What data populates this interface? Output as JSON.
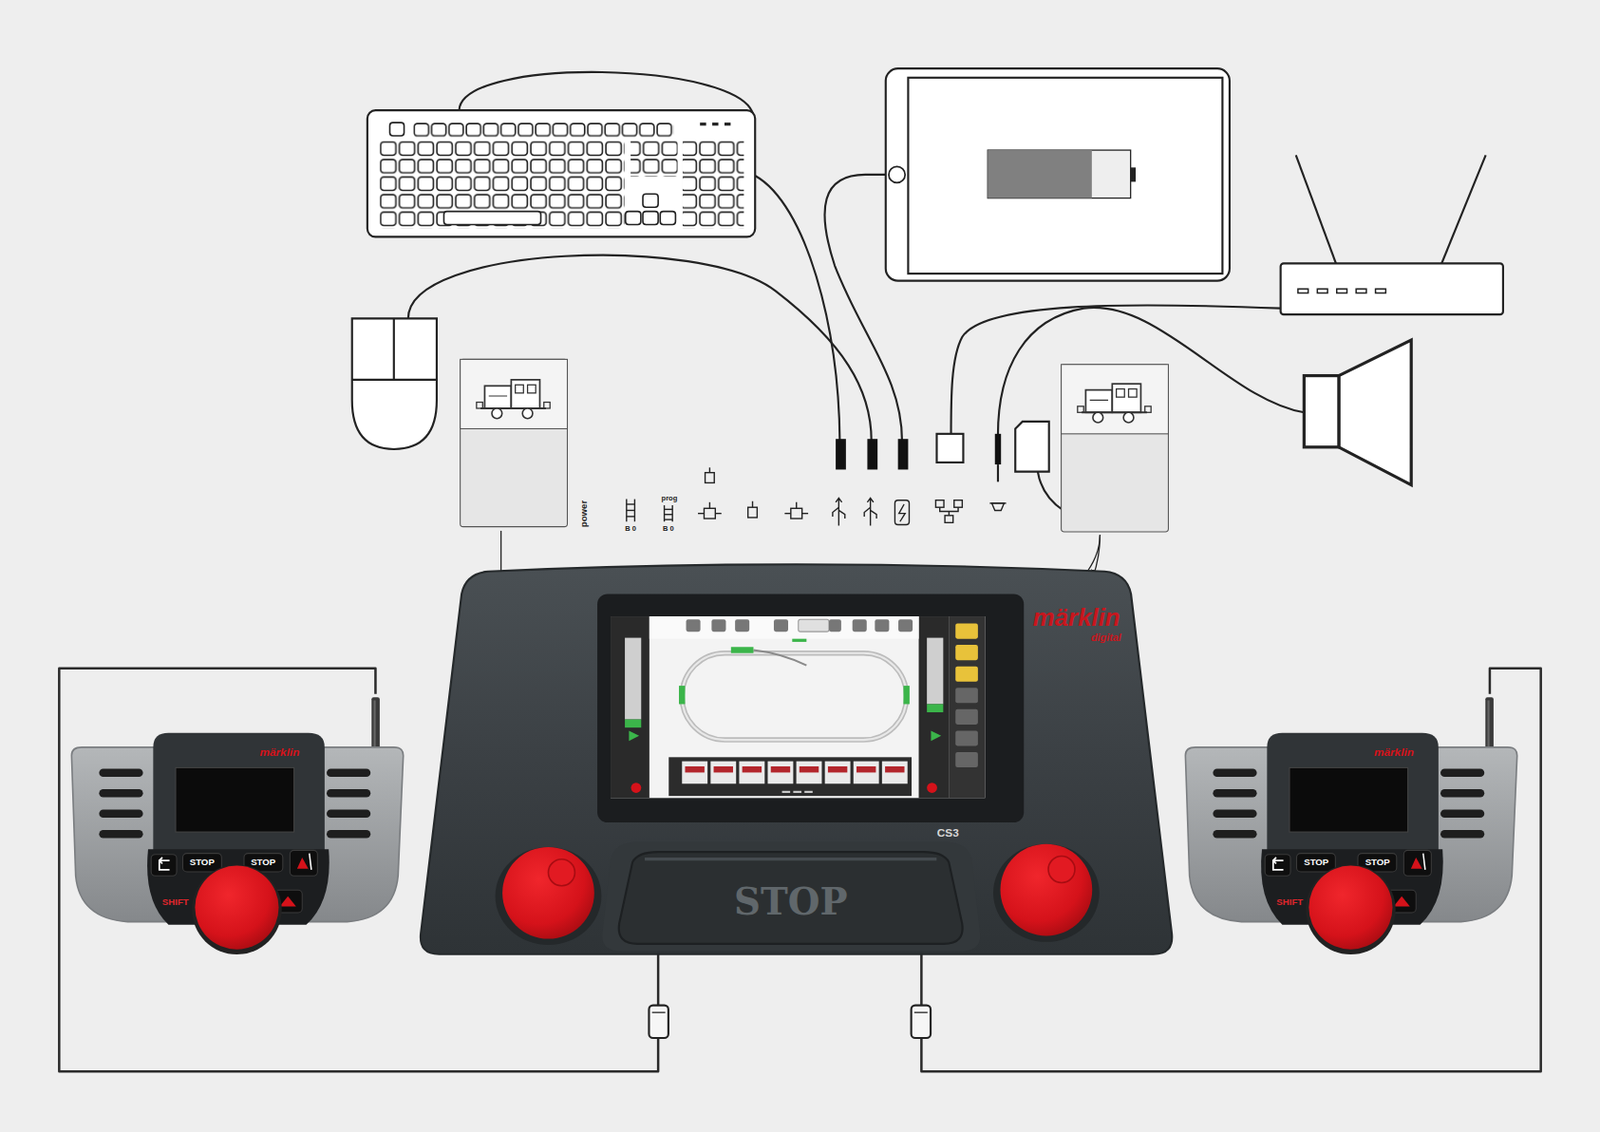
{
  "diagram": {
    "nodes": [
      {
        "text": [
          "märklin",
          "digital",
          "CS3"
        ]
      },
      {
        "text": [
          "STOP"
        ],
        "in": 0
      },
      {
        "text": [
          "märklin",
          "STOP",
          "STOP",
          "SHIFT"
        ]
      },
      {
        "text": [
          "märklin",
          "STOP",
          "STOP",
          "SHIFT"
        ]
      }
    ],
    "edges": [
      {
        "from": 2,
        "to": 0,
        "arrow": "none"
      },
      {
        "from": 3,
        "to": 0,
        "arrow": "none"
      }
    ],
    "labels": [
      "power",
      "prog",
      "B 0",
      "B 0"
    ]
  }
}
